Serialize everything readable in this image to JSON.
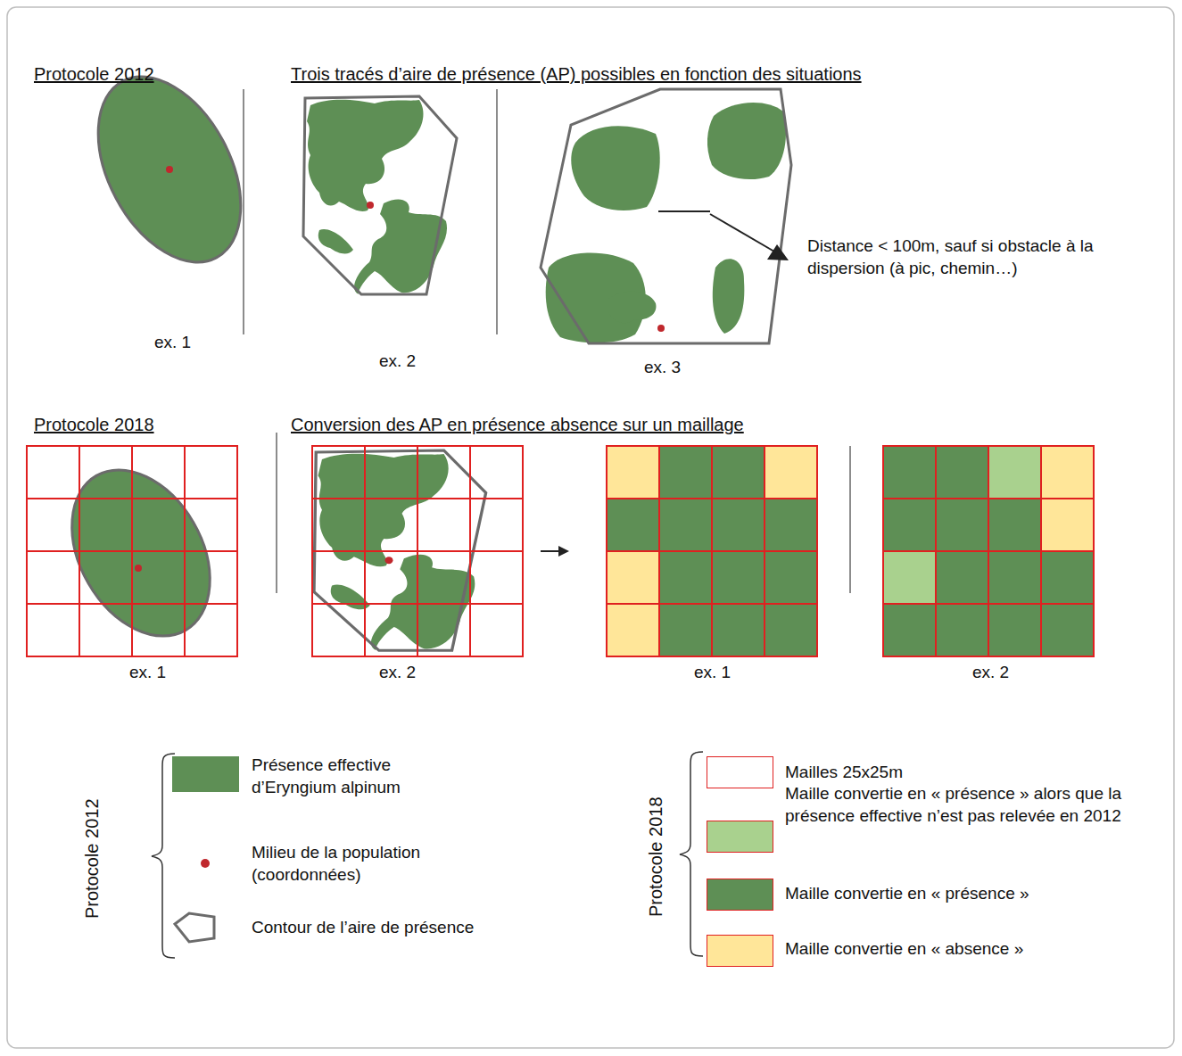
{
  "diagram": {
    "labels": [
      "Protocole 2012",
      "Trois tracés d’aire de présence (AP) possibles en fonction des situations",
      "Distance < 100m, sauf si obstacle à la dispersion (à pic, chemin…)",
      "ex. 1",
      "ex. 2",
      "ex. 3",
      "Protocole 2018",
      "Conversion des AP en présence absence sur un maillage",
      "ex. 1",
      "ex. 2",
      "ex. 1",
      "ex. 2",
      "Protocole 2012",
      "Protocole 2018"
    ],
    "legend": [
      {
        "text": "Présence effective d’Eryngium alpinum",
        "color": "#5e8f55"
      },
      {
        "text": "Milieu de la population (coordonnées)"
      },
      {
        "text": "Contour de l’aire de présence"
      },
      {
        "text": "Mailles 25x25m"
      },
      {
        "text": "Maille convertie en « présence » alors que la présence effective n’est pas relevée en 2012",
        "color": "#a9d18e"
      },
      {
        "text": "Maille convertie en « présence »",
        "color": "#5e8f55"
      },
      {
        "text": "Maille convertie en « absence »",
        "color": "#ffe699"
      }
    ]
  }
}
